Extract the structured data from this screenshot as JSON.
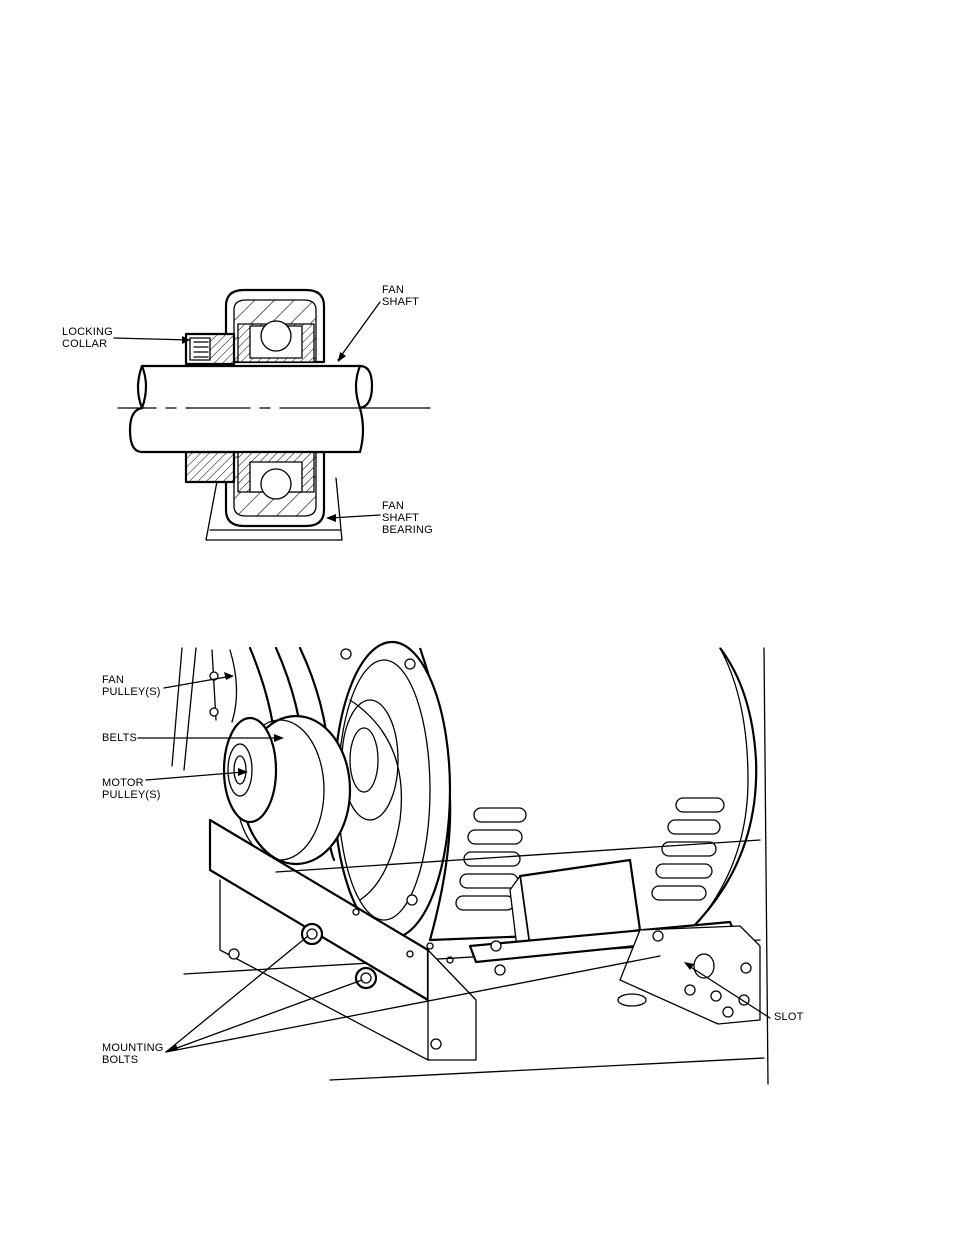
{
  "figure_top": {
    "labels": {
      "locking_collar": [
        "LOCKING",
        "COLLAR"
      ],
      "fan_shaft": [
        "FAN",
        "SHAFT"
      ],
      "fan_shaft_bearing": [
        "FAN",
        "SHAFT",
        "BEARING"
      ]
    }
  },
  "figure_bottom": {
    "labels": {
      "fan_pulleys": [
        "FAN",
        "PULLEY(S)"
      ],
      "belts": [
        "BELTS"
      ],
      "motor_pulleys": [
        "MOTOR",
        "PULLEY(S)"
      ],
      "mounting_bolts": [
        "MOUNTING",
        "BOLTS"
      ],
      "slot": [
        "SLOT"
      ]
    }
  }
}
